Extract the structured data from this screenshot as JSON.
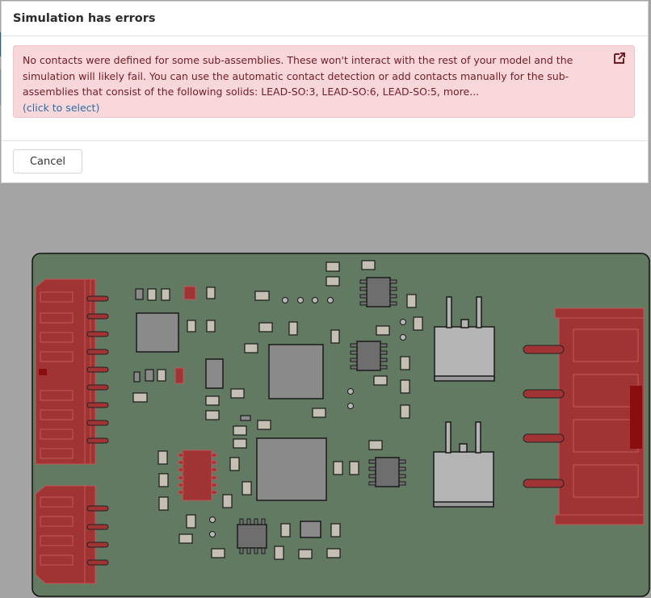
{
  "dialog": {
    "title": "Simulation has errors",
    "alert": {
      "message": "No contacts were defined for some sub-assemblies. These won't interact with the rest of your model and the simulation will likely fail. You can use the automatic contact detection or add contacts manually for the sub-assemblies that consist of the following solids: LEAD-SO:3, LEAD-SO:6, LEAD-SO:5, more...",
      "link_label": "(click to select)",
      "icon": "external-link-icon"
    },
    "cancel_label": "Cancel"
  },
  "viewer": {
    "model": "pcb-assembly",
    "colors": {
      "board": "#627a62",
      "highlight": "#a03434",
      "component": "#8a8a8a",
      "background": "#a4a4a4"
    }
  }
}
